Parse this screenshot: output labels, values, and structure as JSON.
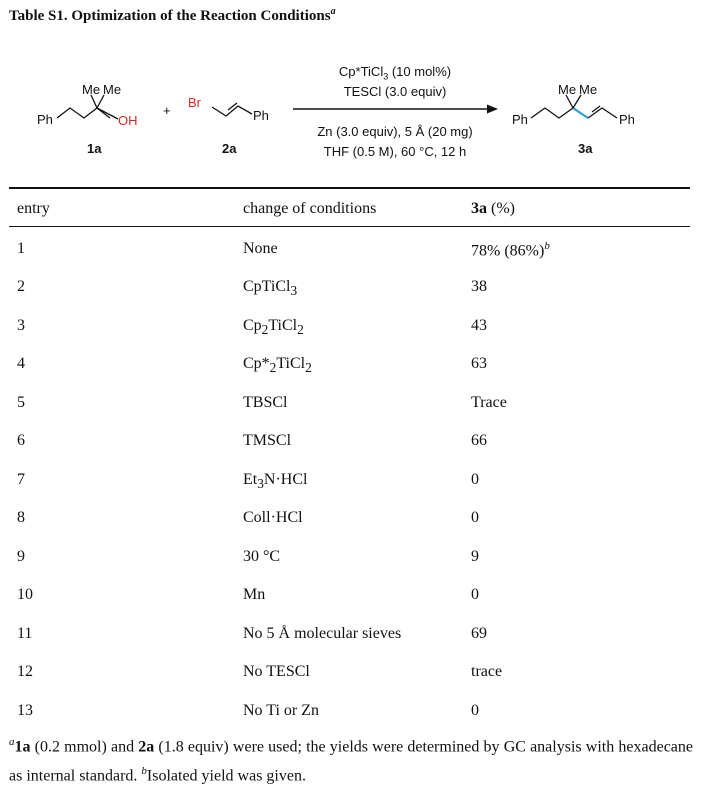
{
  "caption": {
    "title": "Table S1. Optimization of the Reaction Conditions",
    "note_mark": "a"
  },
  "scheme": {
    "reactant1": {
      "ph": "Ph",
      "me1": "Me",
      "me2": "Me",
      "oh": "OH",
      "label": "1a"
    },
    "plus": "+",
    "reactant2": {
      "br": "Br",
      "ph": "Ph",
      "label": "2a"
    },
    "conditions_above": [
      "Cp*TiCl3 (10 mol%)",
      "TESCl (3.0 equiv)"
    ],
    "conditions_below": [
      "Zn (3.0 equiv), 5 Å (20 mg)",
      "THF (0.5 M), 60 °C, 12 h"
    ],
    "product": {
      "ph1": "Ph",
      "me1": "Me",
      "me2": "Me",
      "ph2": "Ph",
      "label": "3a"
    },
    "colors": {
      "oh": "#d62a2a",
      "br": "#d62a2a",
      "new_bond": "#29a3d6"
    }
  },
  "table": {
    "headers": [
      "entry",
      "change of conditions",
      "3a (%)"
    ],
    "rows": [
      {
        "entry": "1",
        "change": "None",
        "yield": "78% (86%)",
        "yield_note": "b"
      },
      {
        "entry": "2",
        "change": "CpTiCl3",
        "yield": "38"
      },
      {
        "entry": "3",
        "change": "Cp2TiCl2",
        "yield": "43"
      },
      {
        "entry": "4",
        "change": "Cp*2TiCl2",
        "yield": "63"
      },
      {
        "entry": "5",
        "change": "TBSCl",
        "yield": "Trace"
      },
      {
        "entry": "6",
        "change": "TMSCl",
        "yield": "66"
      },
      {
        "entry": "7",
        "change": "Et3N·HCl",
        "yield": "0"
      },
      {
        "entry": "8",
        "change": "Coll·HCl",
        "yield": "0"
      },
      {
        "entry": "9",
        "change": "30 °C",
        "yield": "9"
      },
      {
        "entry": "10",
        "change": "Mn",
        "yield": "0"
      },
      {
        "entry": "11",
        "change": "No 5 Å molecular sieves",
        "yield": "69"
      },
      {
        "entry": "12",
        "change": "No TESCl",
        "yield": "trace"
      },
      {
        "entry": "13",
        "change": "No Ti or Zn",
        "yield": "0"
      }
    ]
  },
  "footnote": {
    "a_mark": "a",
    "a_1a": "1a",
    "a_text1": " (0.2 mmol) and ",
    "a_2a": "2a",
    "a_text2": " (1.8 equiv) were used; the yields were determined by GC analysis with hexadecane as internal standard. ",
    "b_mark": "b",
    "b_text": "Isolated yield was given."
  }
}
